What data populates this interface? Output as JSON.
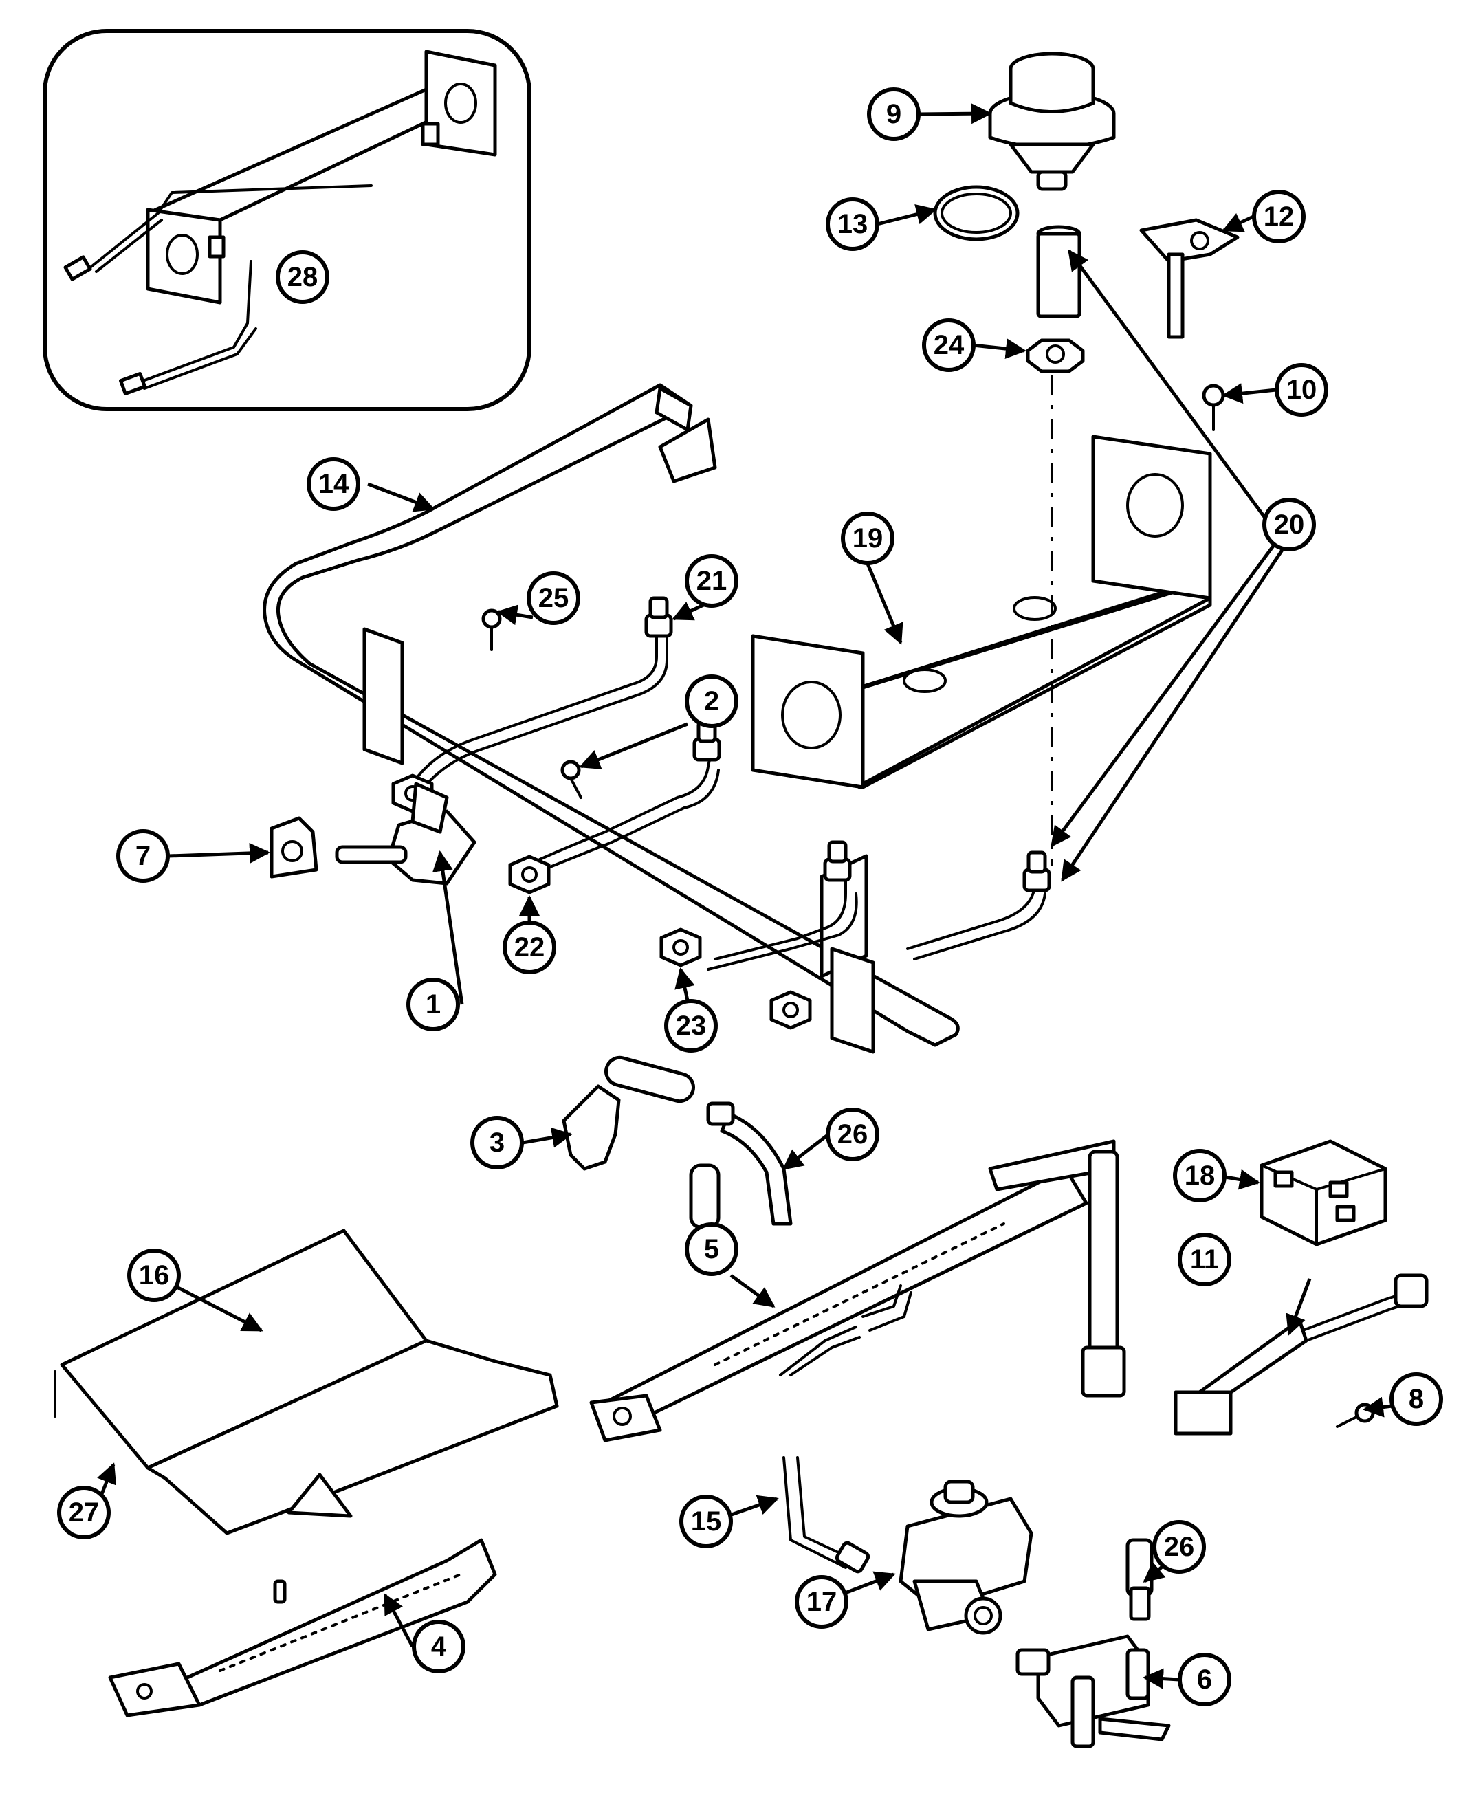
{
  "callouts": {
    "c1": "1",
    "c2": "2",
    "c3": "3",
    "c4": "4",
    "c5": "5",
    "c6": "6",
    "c7": "7",
    "c8": "8",
    "c9": "9",
    "c10": "10",
    "c11": "11",
    "c12": "12",
    "c13": "13",
    "c14": "14",
    "c15": "15",
    "c16": "16",
    "c17": "17",
    "c18": "18",
    "c19": "19",
    "c20": "20",
    "c21": "21",
    "c22": "22",
    "c23": "23",
    "c24": "24",
    "c25": "25",
    "c26a": "26",
    "c26b": "26",
    "c27": "27",
    "c28": "28"
  },
  "colors": {
    "line": "#000000",
    "background": "#ffffff"
  }
}
